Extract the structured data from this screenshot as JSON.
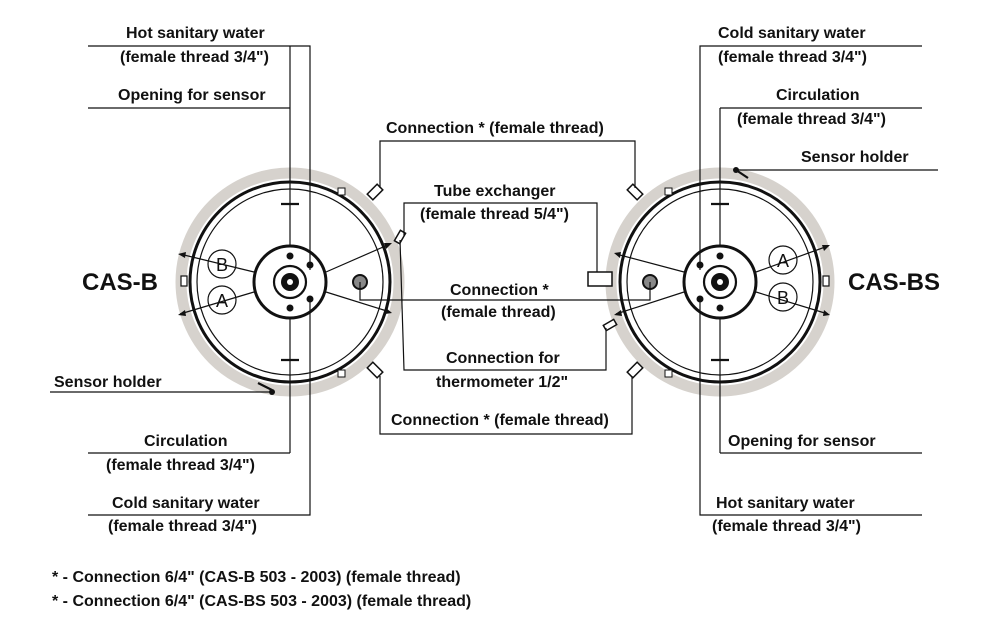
{
  "labels": {
    "cas_b": "CAS-B",
    "cas_bs": "CAS-BS",
    "left_hot_water": "Hot sanitary water",
    "left_hot_water_thread": "(female thread 3/4\")",
    "left_opening_sensor": "Opening for sensor",
    "left_sensor_holder": "Sensor holder",
    "left_circulation": "Circulation",
    "left_circulation_thread": "(female thread 3/4\")",
    "left_cold_water": "Cold sanitary water",
    "left_cold_water_thread": "(female thread 3/4\")",
    "right_cold_water": "Cold sanitary water",
    "right_cold_water_thread": "(female thread 3/4\")",
    "right_circulation": "Circulation",
    "right_circulation_thread": "(female thread 3/4\")",
    "right_sensor_holder": "Sensor holder",
    "right_opening_sensor": "Opening for sensor",
    "right_hot_water": "Hot sanitary water",
    "right_hot_water_thread": "(female thread 3/4\")",
    "center_connection_top": "Connection * (female thread)",
    "center_tube_exchanger": "Tube exchanger",
    "center_tube_exchanger_thread": "(female thread 5/4\")",
    "center_connection_mid": "Connection *",
    "center_connection_mid_thread": "(female thread)",
    "center_thermometer": "Connection for",
    "center_thermometer_size": "thermometer 1/2\"",
    "center_connection_bottom": "Connection * (female thread)"
  },
  "letters": {
    "left_top": "B",
    "left_bottom": "A",
    "right_top": "A",
    "right_bottom": "B"
  },
  "footnotes": [
    "* - Connection 6/4\" (CAS-B 503 - 2003) (female thread)",
    "* - Connection 6/4\" (CAS-BS 503 - 2003) (female thread)"
  ],
  "colors": {
    "line": "#111111",
    "insulation": "#d6d2cd"
  }
}
